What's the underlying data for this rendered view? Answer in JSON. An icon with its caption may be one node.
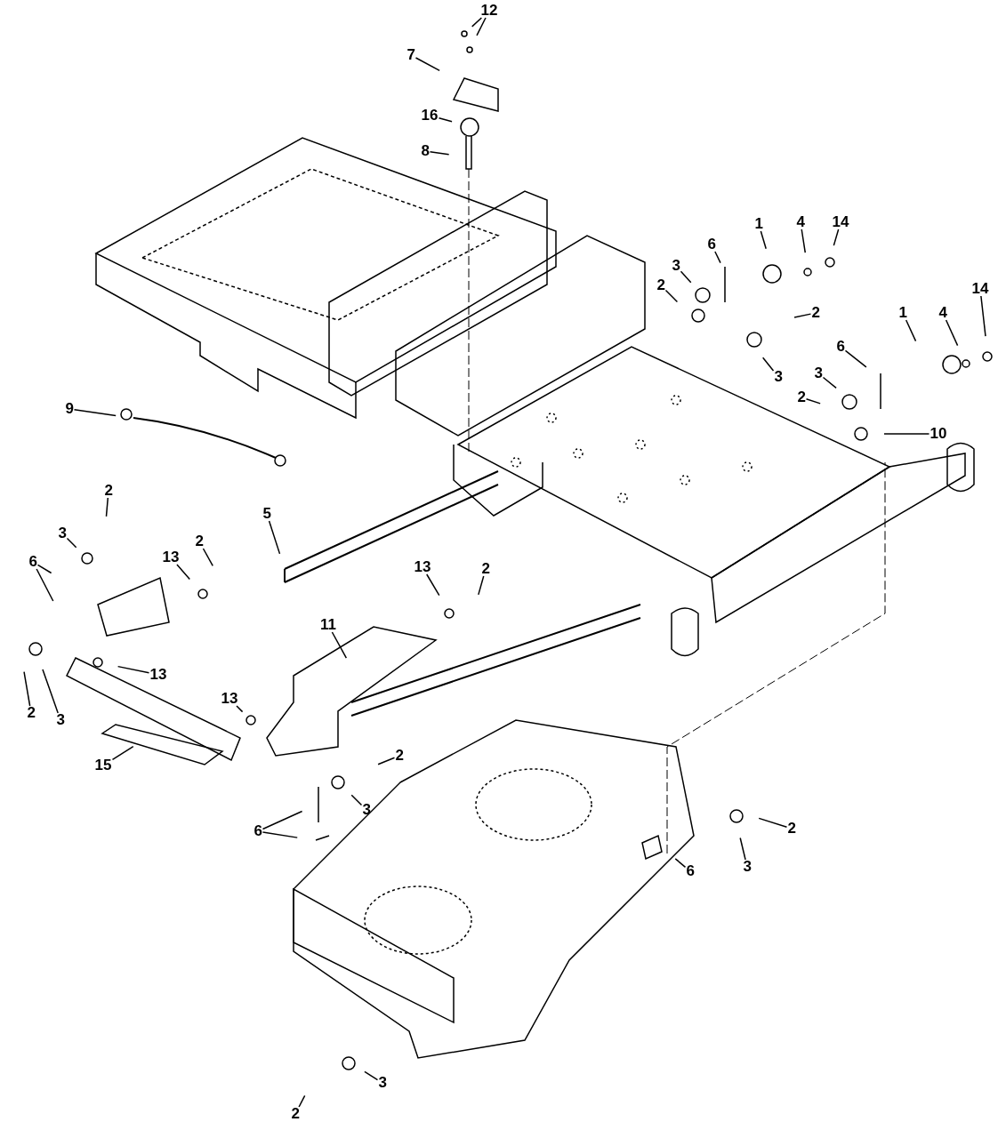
{
  "diagram": {
    "nodes": [
      {
        "text": [
          "12"
        ]
      },
      {
        "text": [
          "7"
        ]
      },
      {
        "text": [
          "16"
        ]
      },
      {
        "text": [
          "8"
        ]
      },
      {
        "text": [
          "1"
        ]
      },
      {
        "text": [
          "4"
        ]
      },
      {
        "text": [
          "14"
        ]
      },
      {
        "text": [
          "6"
        ]
      },
      {
        "text": [
          "3"
        ]
      },
      {
        "text": [
          "2"
        ]
      },
      {
        "text": [
          "2"
        ]
      },
      {
        "text": [
          "1"
        ]
      },
      {
        "text": [
          "4"
        ]
      },
      {
        "text": [
          "14"
        ]
      },
      {
        "text": [
          "6"
        ]
      },
      {
        "text": [
          "3"
        ]
      },
      {
        "text": [
          "3"
        ]
      },
      {
        "text": [
          "2"
        ]
      },
      {
        "text": [
          "10"
        ]
      },
      {
        "text": [
          "9"
        ]
      },
      {
        "text": [
          "2"
        ]
      },
      {
        "text": [
          "3"
        ]
      },
      {
        "text": [
          "5"
        ]
      },
      {
        "text": [
          "6"
        ]
      },
      {
        "text": [
          "13"
        ]
      },
      {
        "text": [
          "2"
        ]
      },
      {
        "text": [
          "13"
        ]
      },
      {
        "text": [
          "2"
        ]
      },
      {
        "text": [
          "11"
        ]
      },
      {
        "text": [
          "13"
        ]
      },
      {
        "text": [
          "2"
        ]
      },
      {
        "text": [
          "3"
        ]
      },
      {
        "text": [
          "13"
        ]
      },
      {
        "text": [
          "15"
        ]
      },
      {
        "text": [
          "2"
        ]
      },
      {
        "text": [
          "3"
        ]
      },
      {
        "text": [
          "6"
        ]
      },
      {
        "text": [
          "2"
        ]
      },
      {
        "text": [
          "3"
        ]
      },
      {
        "text": [
          "6"
        ]
      },
      {
        "text": [
          "3"
        ]
      },
      {
        "text": [
          "2"
        ]
      }
    ],
    "edges": [
      {
        "from": 0,
        "to": null,
        "arrow": "none"
      },
      {
        "from": 0,
        "to": null,
        "arrow": "none"
      },
      {
        "from": 1,
        "to": null,
        "arrow": "none"
      },
      {
        "from": 2,
        "to": null,
        "arrow": "none"
      },
      {
        "from": 3,
        "to": null,
        "arrow": "none"
      },
      {
        "from": 4,
        "to": null,
        "arrow": "none"
      },
      {
        "from": 5,
        "to": null,
        "arrow": "none"
      },
      {
        "from": 6,
        "to": null,
        "arrow": "none"
      },
      {
        "from": 7,
        "to": null,
        "arrow": "none"
      },
      {
        "from": 8,
        "to": null,
        "arrow": "none"
      },
      {
        "from": 9,
        "to": null,
        "arrow": "none"
      },
      {
        "from": 10,
        "to": null,
        "arrow": "none"
      },
      {
        "from": 11,
        "to": null,
        "arrow": "none"
      },
      {
        "from": 12,
        "to": null,
        "arrow": "none"
      },
      {
        "from": 13,
        "to": null,
        "arrow": "none"
      },
      {
        "from": 14,
        "to": null,
        "arrow": "none"
      },
      {
        "from": 15,
        "to": null,
        "arrow": "none"
      },
      {
        "from": 16,
        "to": null,
        "arrow": "none"
      },
      {
        "from": 17,
        "to": null,
        "arrow": "none"
      },
      {
        "from": 18,
        "to": null,
        "arrow": "none"
      },
      {
        "from": 19,
        "to": null,
        "arrow": "none"
      },
      {
        "from": 20,
        "to": null,
        "arrow": "none"
      },
      {
        "from": 21,
        "to": null,
        "arrow": "none"
      },
      {
        "from": 22,
        "to": null,
        "arrow": "none"
      },
      {
        "from": 23,
        "to": null,
        "arrow": "none"
      },
      {
        "from": 23,
        "to": null,
        "arrow": "none"
      },
      {
        "from": 24,
        "to": null,
        "arrow": "none"
      },
      {
        "from": 25,
        "to": null,
        "arrow": "none"
      },
      {
        "from": 26,
        "to": null,
        "arrow": "none"
      },
      {
        "from": 27,
        "to": null,
        "arrow": "none"
      },
      {
        "from": 28,
        "to": null,
        "arrow": "none"
      },
      {
        "from": 29,
        "to": null,
        "arrow": "none"
      },
      {
        "from": 30,
        "to": null,
        "arrow": "none"
      },
      {
        "from": 31,
        "to": null,
        "arrow": "none"
      },
      {
        "from": 32,
        "to": null,
        "arrow": "none"
      },
      {
        "from": 33,
        "to": null,
        "arrow": "none"
      },
      {
        "from": 34,
        "to": null,
        "arrow": "none"
      },
      {
        "from": 35,
        "to": null,
        "arrow": "none"
      },
      {
        "from": 36,
        "to": null,
        "arrow": "none"
      },
      {
        "from": 36,
        "to": null,
        "arrow": "none"
      },
      {
        "from": 37,
        "to": null,
        "arrow": "none"
      },
      {
        "from": 38,
        "to": null,
        "arrow": "none"
      },
      {
        "from": 39,
        "to": null,
        "arrow": "none"
      },
      {
        "from": 40,
        "to": null,
        "arrow": "none"
      },
      {
        "from": 41,
        "to": null,
        "arrow": "none"
      }
    ]
  }
}
